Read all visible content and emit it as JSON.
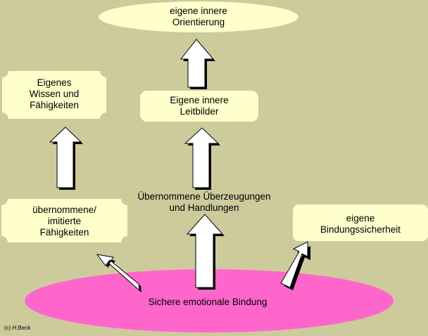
{
  "colors": {
    "background": "#cdcb9c",
    "pale_yellow": "#ffffcc",
    "ellipse_top": "#ffffcc",
    "ellipse_bottom": "#ff66cc",
    "arrow_fill": "#ffffff",
    "arrow_shadow": "#000000"
  },
  "nodes": {
    "top_ellipse": "eigene innere\nOrientierung",
    "inner_models": "Eigene innere\nLeitbilder",
    "own_knowledge": "Eigenes\nWissen und\nFähigkeiten",
    "adopted_beliefs": "Übernommene Überzeugungen\nund Handlungen",
    "adopted_skills": "übernommene/\nimitierte\nFähigkeiten",
    "attachment_security": "eigene\nBindungssicherheit",
    "secure_bond": "Sichere emotionale Bindung"
  },
  "footer": {
    "copyright": "(c) H.Beck"
  }
}
